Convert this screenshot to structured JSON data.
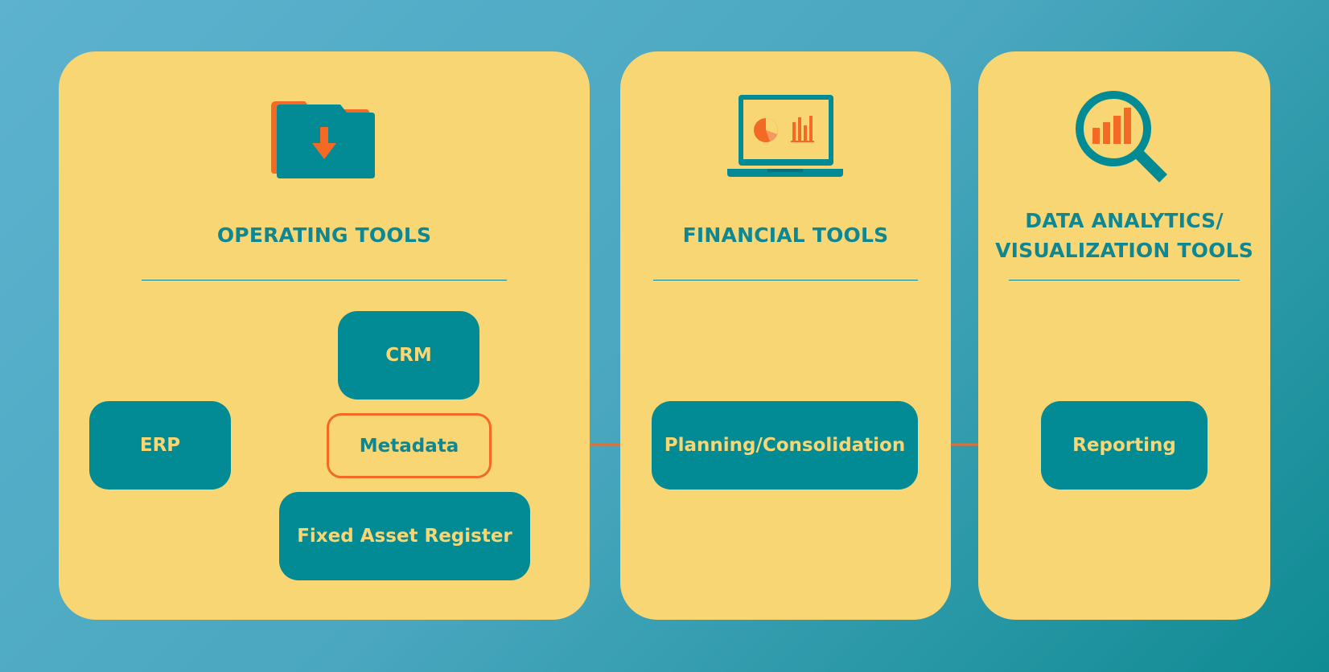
{
  "panels": {
    "operating": {
      "title": "OPERATING TOOLS"
    },
    "financial": {
      "title": "FINANCIAL TOOLS"
    },
    "analytics": {
      "title": "DATA ANALYTICS/\nVISUALIZATION TOOLS"
    }
  },
  "nodes": {
    "crm": "CRM",
    "erp": "ERP",
    "metadata": "Metadata",
    "fixed_asset_register": "Fixed Asset Register",
    "planning": "Planning/Consolidation",
    "reporting": "Reporting"
  },
  "icons": {
    "operating": "folder-download-icon",
    "financial": "laptop-chart-icon",
    "analytics": "magnifier-chart-icon"
  },
  "colors": {
    "background": "#4aa7bf",
    "panel": "#f8d674",
    "teal": "#038b95",
    "accent": "#f26a24"
  }
}
